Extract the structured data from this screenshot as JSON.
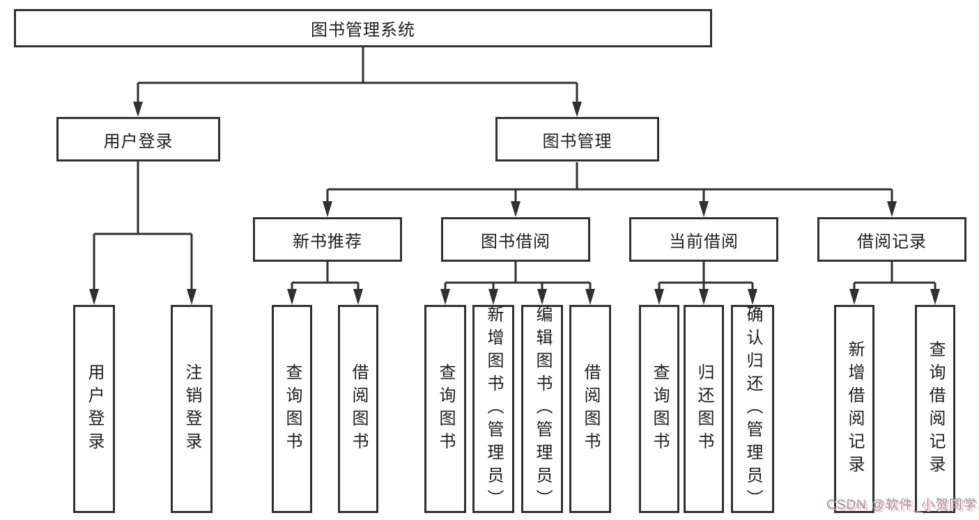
{
  "diagram": {
    "root": {
      "label": "图书管理系统",
      "children": [
        {
          "label": "用户登录",
          "children": [
            {
              "label": "用户登录"
            },
            {
              "label": "注销登录"
            }
          ]
        },
        {
          "label": "图书管理",
          "children": [
            {
              "label": "新书推荐",
              "children": [
                {
                  "label": "查询图书"
                },
                {
                  "label": "借阅图书"
                }
              ]
            },
            {
              "label": "图书借阅",
              "children": [
                {
                  "label": "查询图书"
                },
                {
                  "label": "新增图书（管理员）"
                },
                {
                  "label": "编辑图书（管理员）"
                },
                {
                  "label": "借阅图书"
                }
              ]
            },
            {
              "label": "当前借阅",
              "children": [
                {
                  "label": "查询图书"
                },
                {
                  "label": "归还图书"
                },
                {
                  "label": "确认归还（管理员）"
                }
              ]
            },
            {
              "label": "借阅记录",
              "children": [
                {
                  "label": "新增借阅记录"
                },
                {
                  "label": "查询借阅记录"
                }
              ]
            }
          ]
        }
      ]
    }
  },
  "watermark": {
    "text": "CSDN @软件_小贺同学"
  },
  "colors": {
    "line": "#303030",
    "text": "#1d1d1d",
    "background": "#ffffff",
    "watermark_gray": "#9a9a9a",
    "watermark_pink": "#f3bcc4"
  }
}
